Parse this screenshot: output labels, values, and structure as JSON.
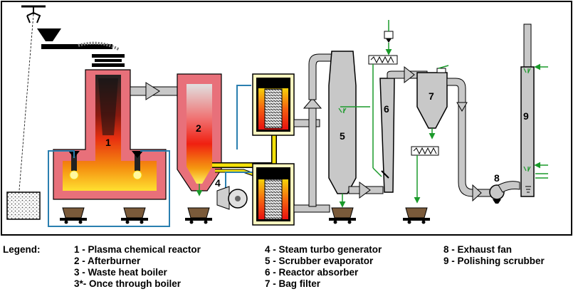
{
  "units": [
    {
      "id": "u1",
      "num": "1"
    },
    {
      "id": "u2",
      "num": "2"
    },
    {
      "id": "u3",
      "num": "3"
    },
    {
      "id": "u3s",
      "num": "3*"
    },
    {
      "id": "u4",
      "num": "4"
    },
    {
      "id": "u5",
      "num": "5"
    },
    {
      "id": "u6",
      "num": "6"
    },
    {
      "id": "u7",
      "num": "7"
    },
    {
      "id": "u8",
      "num": "8"
    },
    {
      "id": "u9",
      "num": "9"
    }
  ],
  "legend": {
    "title": "Legend:",
    "columns": [
      [
        "1 - Plasma chemical reactor",
        "2 - Afterburner",
        "3 - Waste heat boiler",
        "3*- Once through boiler"
      ],
      [
        "4 - Steam turbo generator",
        "5 - Scrubber evaporator",
        "6 - Reactor absorber",
        "7 - Bag filter"
      ],
      [
        "8 - Exhaust fan",
        "9 - Polishing scrubber"
      ]
    ]
  },
  "colors": {
    "refractory": "#e8707a",
    "duct": "#c8c8c8",
    "steam": "#f5e20a",
    "water": "#2a7fb0",
    "green_line": "#1a9a2a",
    "ash": "#7a5a3a"
  }
}
